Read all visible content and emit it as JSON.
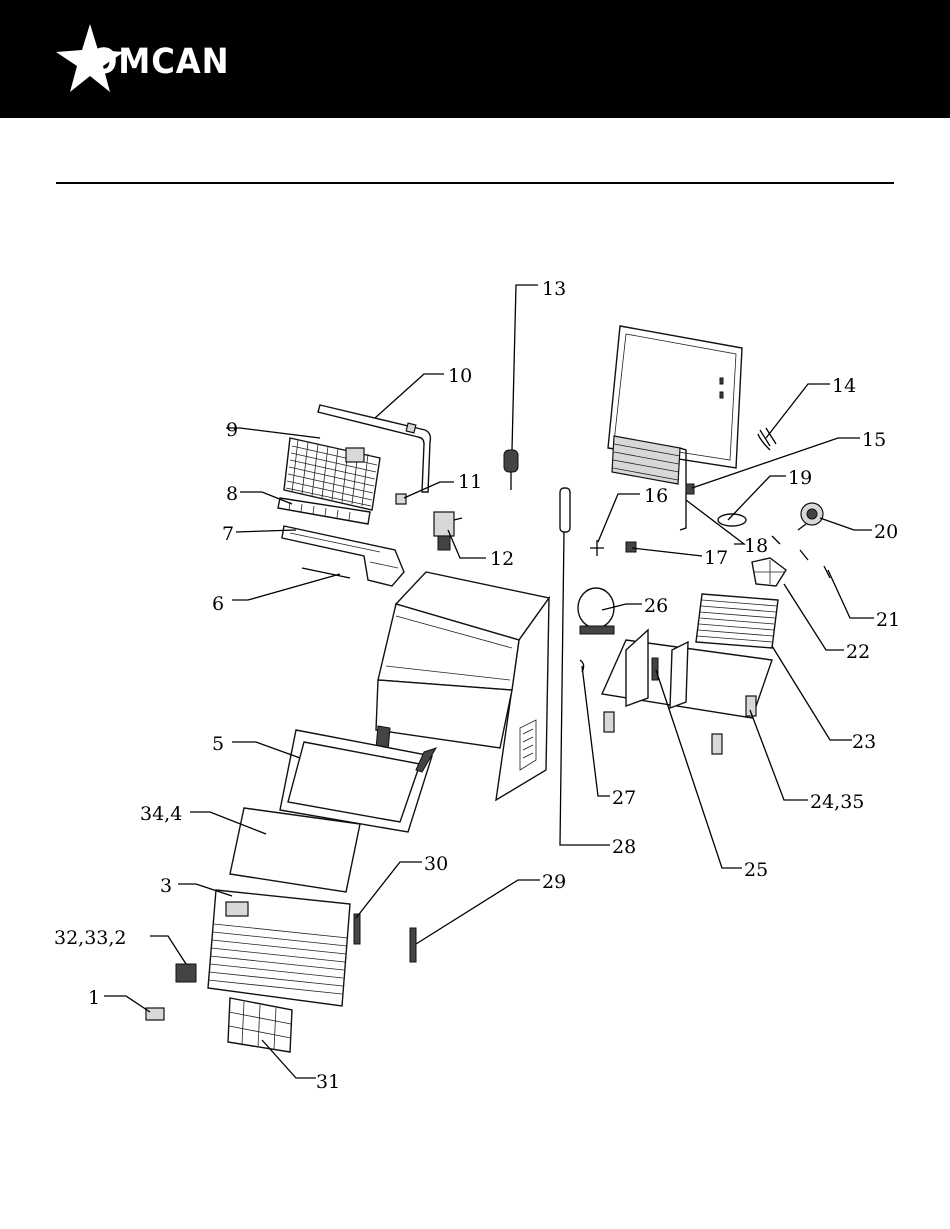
{
  "brand": {
    "logo_text": "OMCAN"
  },
  "callouts": [
    {
      "key": "c1",
      "text": "1"
    },
    {
      "key": "c2",
      "text": "32,33,2"
    },
    {
      "key": "c3",
      "text": "3"
    },
    {
      "key": "c4",
      "text": "34,4"
    },
    {
      "key": "c5",
      "text": "5"
    },
    {
      "key": "c6",
      "text": "6"
    },
    {
      "key": "c7",
      "text": "7"
    },
    {
      "key": "c8",
      "text": "8"
    },
    {
      "key": "c9",
      "text": "9"
    },
    {
      "key": "c10",
      "text": "10"
    },
    {
      "key": "c11",
      "text": "11"
    },
    {
      "key": "c12",
      "text": "12"
    },
    {
      "key": "c13",
      "text": "13"
    },
    {
      "key": "c14",
      "text": "14"
    },
    {
      "key": "c15",
      "text": "15"
    },
    {
      "key": "c16",
      "text": "16"
    },
    {
      "key": "c17",
      "text": "17"
    },
    {
      "key": "c18",
      "text": "18"
    },
    {
      "key": "c19",
      "text": "19"
    },
    {
      "key": "c20",
      "text": "20"
    },
    {
      "key": "c21",
      "text": "21"
    },
    {
      "key": "c22",
      "text": "22"
    },
    {
      "key": "c23",
      "text": "23"
    },
    {
      "key": "c24",
      "text": "24,35"
    },
    {
      "key": "c25",
      "text": "25"
    },
    {
      "key": "c26",
      "text": "26"
    },
    {
      "key": "c27",
      "text": "27"
    },
    {
      "key": "c28",
      "text": "28"
    },
    {
      "key": "c29",
      "text": "29"
    },
    {
      "key": "c30",
      "text": "30"
    },
    {
      "key": "c31",
      "text": "31"
    }
  ]
}
